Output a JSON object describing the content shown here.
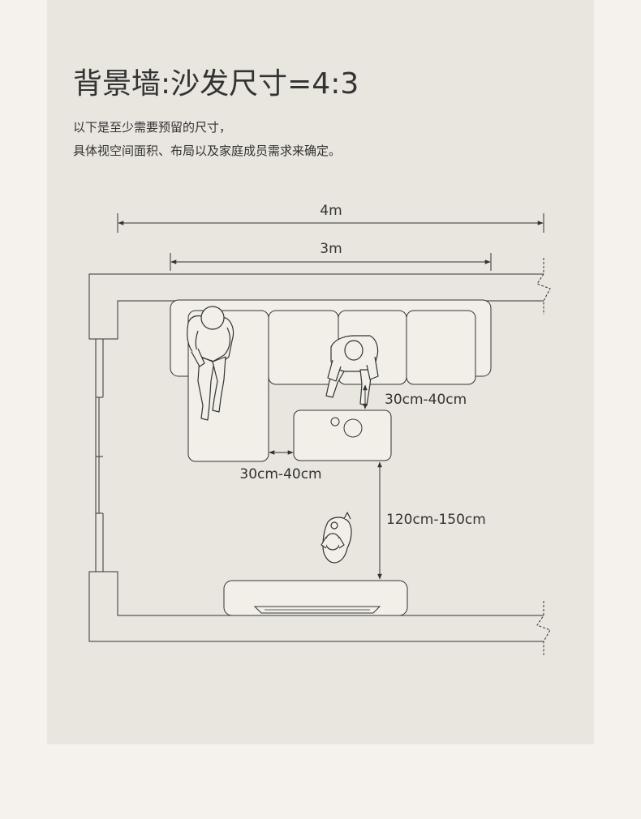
{
  "title": "背景墙:沙发尺寸=4:3",
  "description": {
    "line1": "以下是至少需要预留的尺寸，",
    "line2": "具体视空间面积、布局以及家庭成员需求来确定。"
  },
  "dimensions": {
    "wall_width": "4m",
    "sofa_width": "3m",
    "sofa_to_table": "30cm-40cm",
    "chaise_to_table": "30cm-40cm",
    "table_to_tv": "120cm-150cm"
  },
  "colors": {
    "panel_bg": "#e9e5df",
    "page_bg": "#f5f2ee",
    "line": "#333333",
    "furniture_fill": "#f2efe9"
  }
}
